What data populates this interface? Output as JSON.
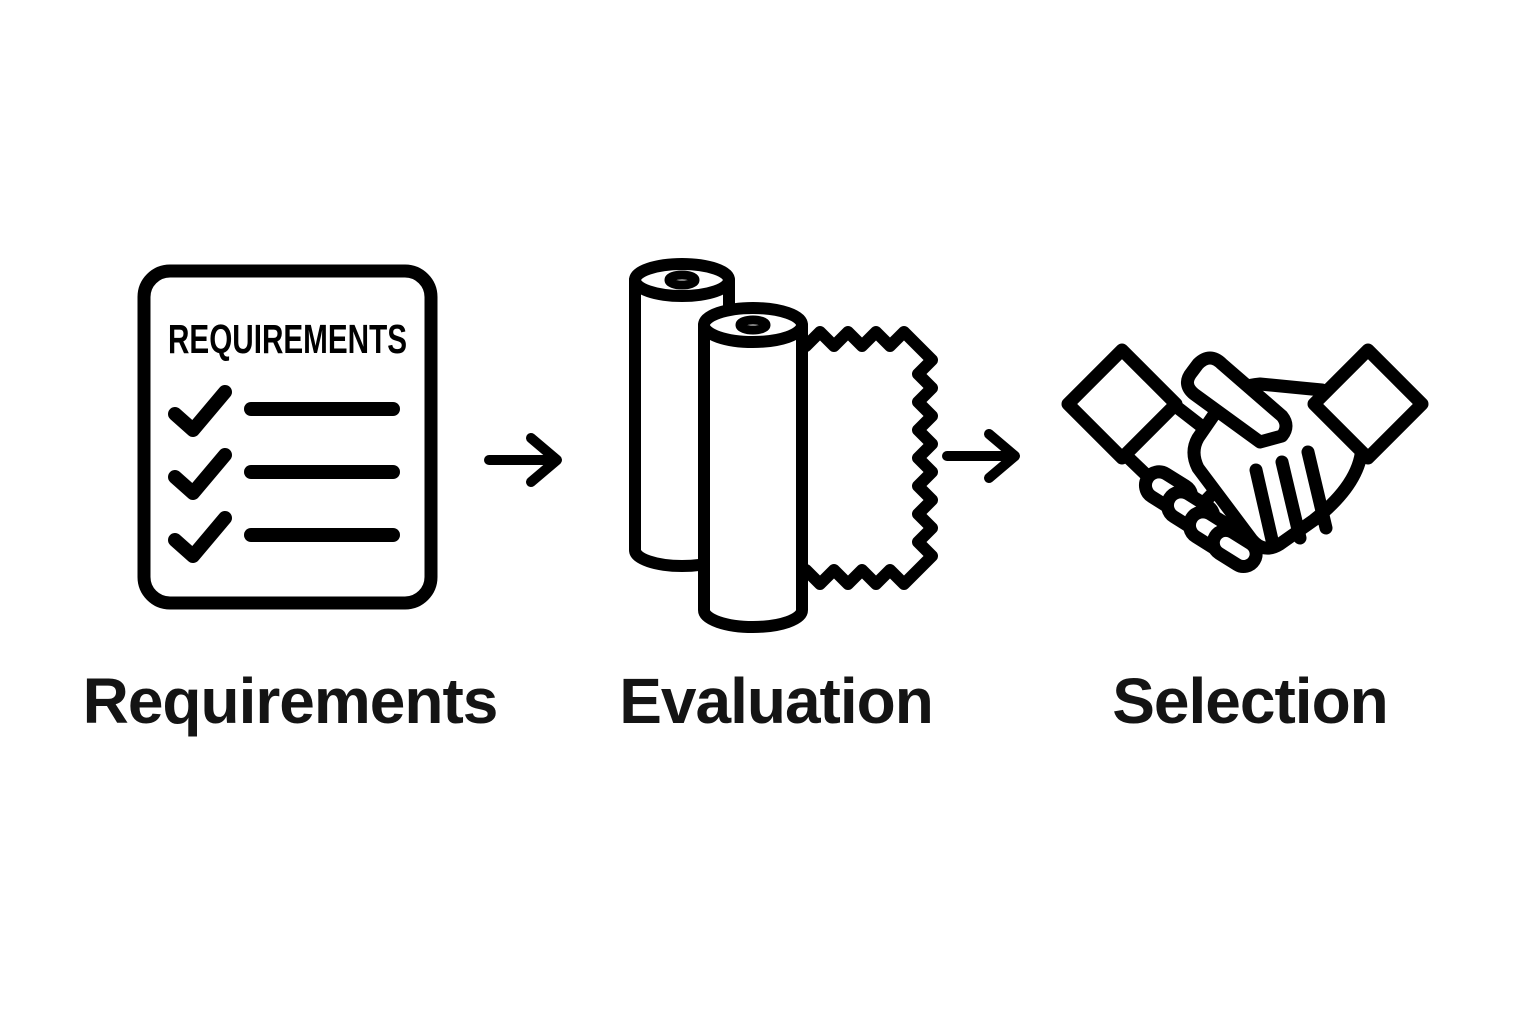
{
  "diagram": {
    "title": "fabric-sourcing-process-flow",
    "background_color": "#ffffff",
    "stroke_color": "#000000",
    "steps": [
      {
        "id": "requirements",
        "label": "Requirements",
        "icon": "checklist-document-icon",
        "document_heading": "REQUIREMENTS",
        "checklist_rows": 3
      },
      {
        "id": "evaluation",
        "label": "Evaluation",
        "icon": "fabric-rolls-icon"
      },
      {
        "id": "selection",
        "label": "Selection",
        "icon": "handshake-icon"
      }
    ],
    "connectors": [
      {
        "from": "requirements",
        "to": "evaluation",
        "type": "arrow-right"
      },
      {
        "from": "evaluation",
        "to": "selection",
        "type": "arrow-right"
      }
    ]
  }
}
